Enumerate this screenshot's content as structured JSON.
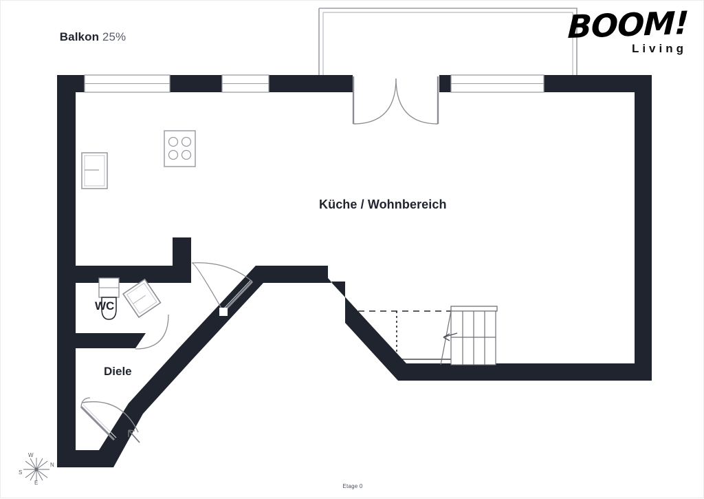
{
  "document": {
    "title": "Grundriss Etage 0",
    "footer_label": "Etage 0",
    "background_color": "#ffffff",
    "wall_color": "#20242e",
    "text_color": "#20242e",
    "muted_text_color": "#585c66",
    "fixture_line_color": "#8a8d93"
  },
  "brand": {
    "logo_main": "BOOM!",
    "logo_sub": "Living"
  },
  "rooms": [
    {
      "id": "balkon",
      "name": "Balkon",
      "area_percent": "25%",
      "label": "Balkon 25%"
    },
    {
      "id": "kueche-wohnbereich",
      "name": "Küche / Wohnbereich",
      "label": "Küche / Wohnbereich"
    },
    {
      "id": "wc",
      "name": "WC",
      "label": "WC"
    },
    {
      "id": "diele",
      "name": "Diele",
      "label": "Diele"
    }
  ],
  "compass": {
    "north": "N",
    "south": "S",
    "east": "E",
    "west": "W"
  },
  "fixtures": [
    {
      "id": "cooktop",
      "name": "stove-4-burner",
      "burners": 4
    },
    {
      "id": "sink",
      "name": "kitchen-sink"
    },
    {
      "id": "toilet",
      "name": "wc-toilet"
    },
    {
      "id": "staircase",
      "name": "staircase",
      "treads": 4
    }
  ],
  "openings": [
    {
      "id": "window-top-left",
      "name": "window"
    },
    {
      "id": "window-top-mid",
      "name": "window"
    },
    {
      "id": "window-top-right",
      "name": "window"
    },
    {
      "id": "balcony-double-door",
      "name": "double-door"
    },
    {
      "id": "door-hall-to-living",
      "name": "swing-door"
    },
    {
      "id": "door-wc",
      "name": "swing-door"
    },
    {
      "id": "entrance-door",
      "name": "entrance-door"
    }
  ]
}
